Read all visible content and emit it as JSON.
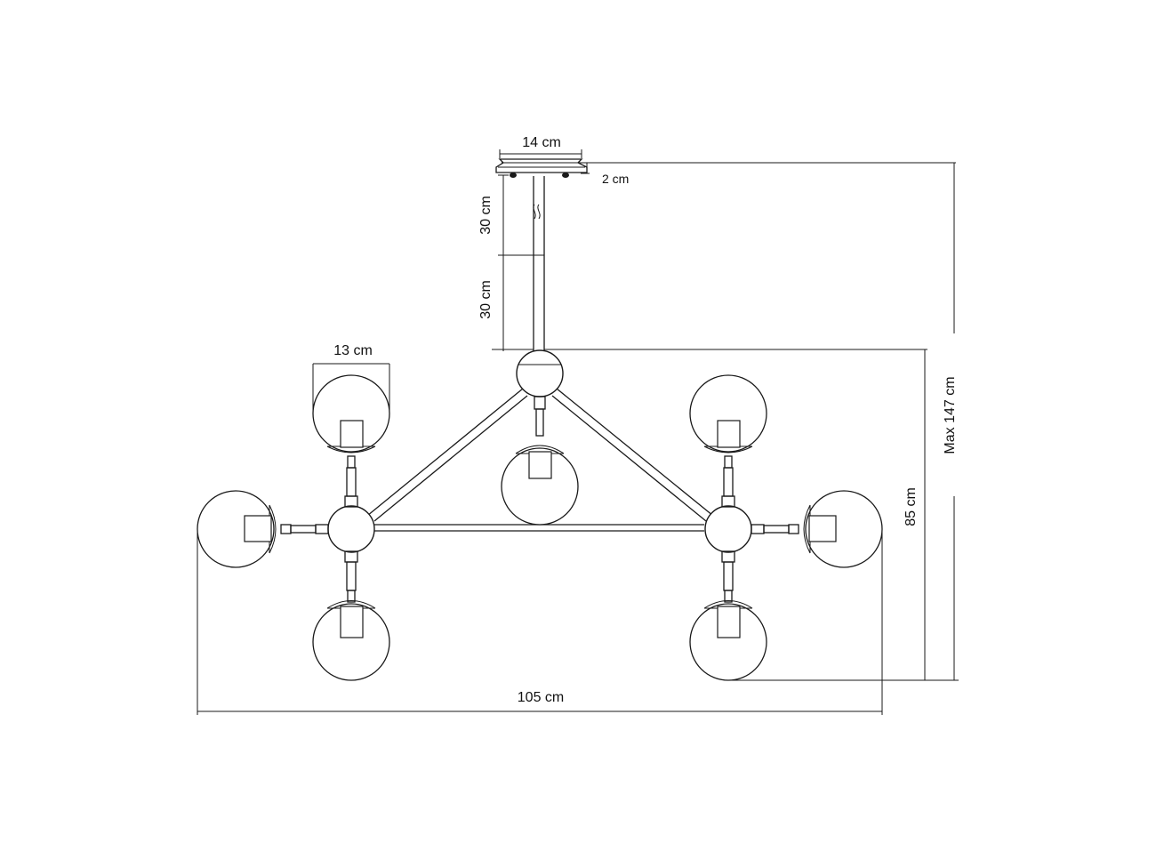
{
  "dimensions": {
    "canopy_width": "14 cm",
    "canopy_height": "2 cm",
    "rod_upper": "30 cm",
    "rod_lower": "30 cm",
    "globe_diameter": "13 cm",
    "total_width": "105 cm",
    "body_height": "85 cm",
    "max_height": "Max 147 cm"
  },
  "colors": {
    "line": "#1a1a1a",
    "background": "#ffffff"
  },
  "icons": {
    "rod_break": "break-mark-icon"
  }
}
